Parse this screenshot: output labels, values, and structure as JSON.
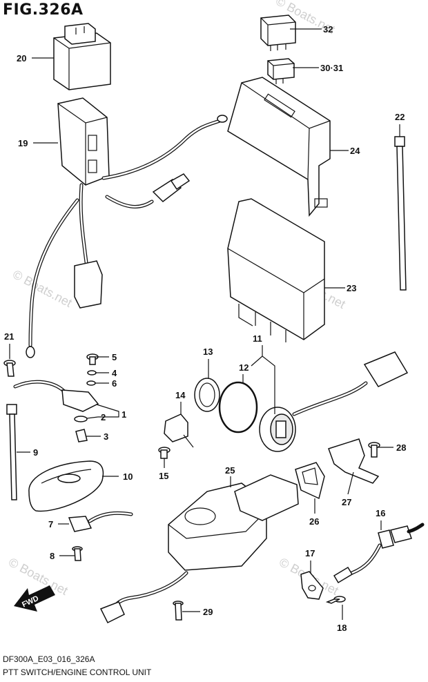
{
  "figure": {
    "title": "FIG.326A",
    "code": "DF300A_E03_016_326A",
    "caption": "PTT SWITCH/ENGINE CONTROL UNIT",
    "watermark": "© Boats.net",
    "fwd_label": "FWD"
  },
  "callouts": {
    "c1": "1",
    "c2": "2",
    "c3": "3",
    "c4": "4",
    "c5": "5",
    "c6": "6",
    "c7": "7",
    "c8": "8",
    "c9": "9",
    "c10": "10",
    "c11": "11",
    "c12": "12",
    "c13": "13",
    "c14": "14",
    "c15": "15",
    "c16": "16",
    "c17": "17",
    "c18": "18",
    "c19": "19",
    "c20": "20",
    "c21": "21",
    "c22": "22",
    "c23": "23",
    "c24": "24",
    "c25": "25",
    "c26": "26",
    "c27": "27",
    "c28": "28",
    "c29": "29",
    "c30_31": "30·31",
    "c32": "32"
  }
}
